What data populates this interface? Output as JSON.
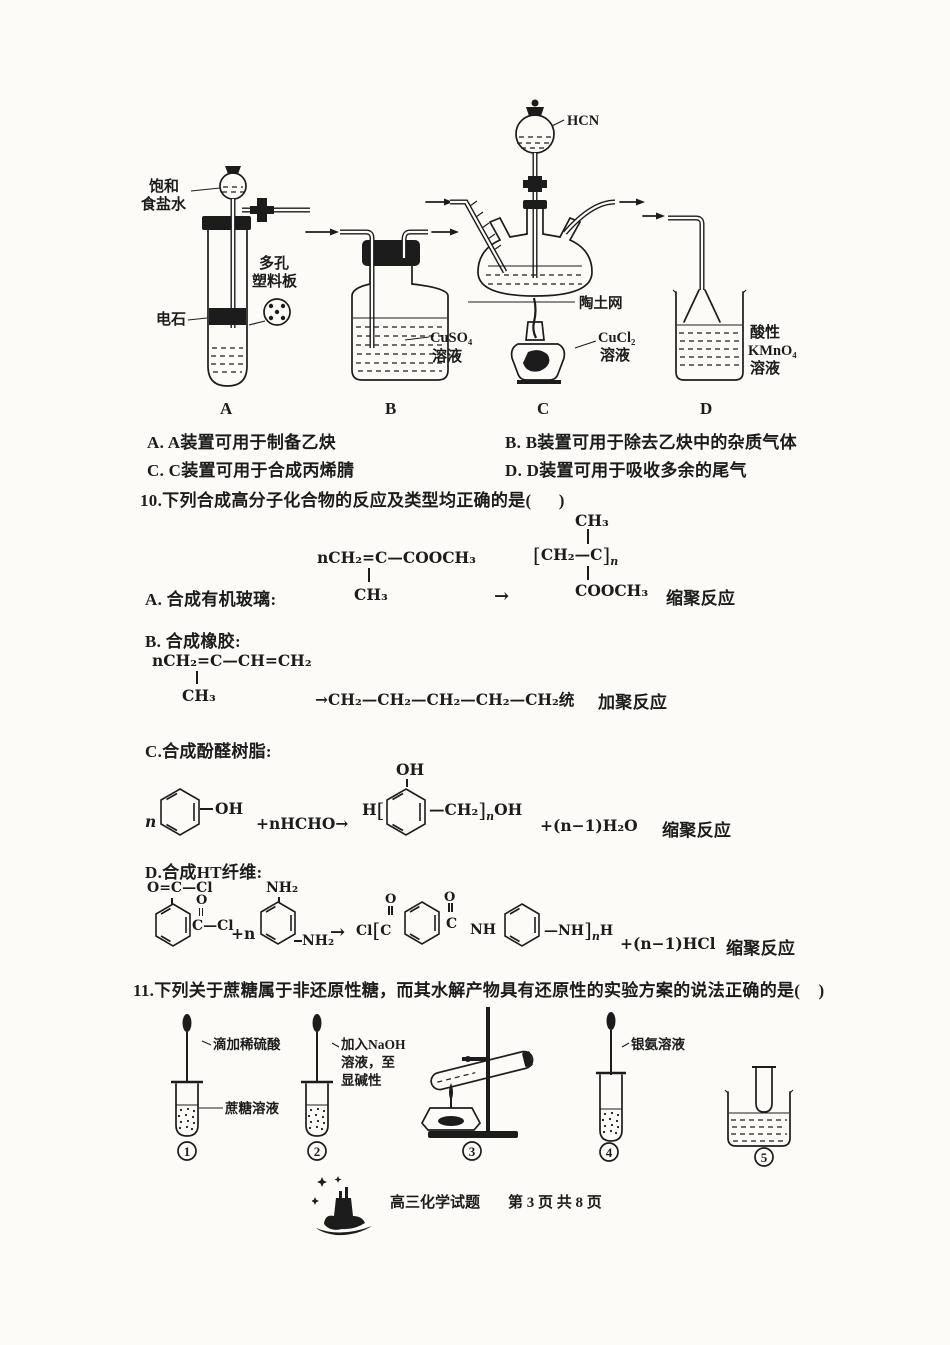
{
  "page": {
    "bg": "#fcfbf8",
    "ink": "#1c1c1c"
  },
  "fig9": {
    "a": {
      "brine1": "饱和",
      "brine2": "食盐水",
      "porous1": "多孔",
      "porous2": "塑料板",
      "carbide": "电石",
      "caption": "A"
    },
    "b": {
      "chem": "CuSO₄",
      "sol": "溶液",
      "caption": "B"
    },
    "c": {
      "hcn": "HCN",
      "chem": "CuCl₂",
      "sol": "溶液",
      "clay": "陶土网",
      "caption": "C"
    },
    "d": {
      "acidic": "酸性",
      "chem": "KMnO₄",
      "sol": "溶液",
      "caption": "D"
    }
  },
  "q9": {
    "optA": "A. A装置可用于制备乙炔",
    "optB": "B. B装置可用于除去乙炔中的杂质气体",
    "optC": "C. C装置可用于合成丙烯腈",
    "optD": "D. D装置可用于吸收多余的尾气"
  },
  "q10": {
    "stem": "10.下列合成高分子化合物的反应及类型均正确的是(      )",
    "a": {
      "label": "A. 合成有机玻璃:",
      "monomer": "nCH₂=C—COOCH₃",
      "monomer_sub": "CH₃",
      "arrow": "→",
      "poly_top": "CH₃",
      "open": "[",
      "body": "CH₂—C",
      "close": "]",
      "n": "n",
      "poly_bottom": "COOCH₃",
      "rxn": "缩聚反应"
    },
    "b": {
      "label": "B. 合成橡胶:",
      "monomer": "nCH₂=C—CH=CH₂",
      "monomer_sub": "CH₃",
      "product": "→CH₂—CH₂—CH₂—CH₂—CH₂统",
      "rxn": "加聚反应"
    },
    "c": {
      "label": "C.合成酚醛树脂:",
      "n": "n",
      "oh": "OH",
      "plus": "+nHCHO→",
      "h": "H",
      "open": "[",
      "oh_top": "OH",
      "ch2": "—CH₂",
      "close": "]",
      "sub": "n",
      "oh_end": "OH",
      "water": "+(n−1)H₂O",
      "rxn": "缩聚反应"
    },
    "d": {
      "label": "D.合成HT纤维:",
      "acyl1": "O=C—Cl",
      "o_mid": "O",
      "acyl2": "C—Cl",
      "plus_n": "+n",
      "nh2_top": "NH₂",
      "nh2_side": "NH₂",
      "arrow": "→",
      "cl": "Cl",
      "open": "[",
      "c1": "C",
      "o_p1": "O",
      "c2": "C",
      "o_p2": "O",
      "nh": "NH",
      "nh_end": "—NH",
      "close": "]",
      "sub": "n",
      "h_end": "H",
      "hcl": "+(n−1)HCl",
      "rxn": "缩聚反应"
    }
  },
  "q11": {
    "stem": "11.下列关于蔗糖属于非还原性糖，而其水解产物具有还原性的实验方案的说法正确的是(    )",
    "t1": {
      "drop": "滴加稀硫酸",
      "sol": "蔗糖溶液",
      "num": "1"
    },
    "t2": {
      "l1": "加入NaOH",
      "l2": "溶液，至",
      "l3": "显碱性",
      "num": "2"
    },
    "t3": {
      "num": "3"
    },
    "t4": {
      "drop": "银氨溶液",
      "num": "4"
    },
    "t5": {
      "num": "5"
    }
  },
  "footer": {
    "title": "高三化学试题",
    "pageinfo": "第 3 页 共 8 页"
  }
}
